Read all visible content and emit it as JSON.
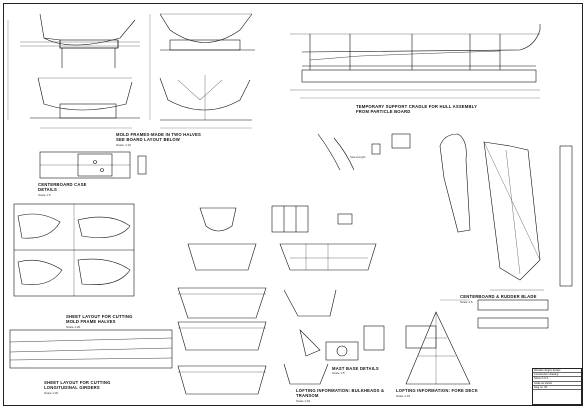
{
  "sheet": {
    "captions": {
      "mold_frames": "Mold frames-made in two halves",
      "mold_frames_2": "See board layout below",
      "mold_frames_scale": "Scale: 1:10",
      "support_cradle": "Temporary support cradle for hull assembly",
      "support_cradle_2": "From particle board",
      "centerboard_case": "Centerboard case",
      "centerboard_case_2": "Details",
      "centerboard_case_scale": "Scale 1:5",
      "sheet_layout_mold": "Sheet layout for cutting",
      "sheet_layout_mold_2": "Mold frame halves",
      "sheet_layout_mold_scale": "Scale 1:20",
      "sheet_layout_long": "Sheet layout for cutting",
      "sheet_layout_long_2": "Longitudinal girders",
      "sheet_layout_long_scale": "Scale 1:20",
      "centerboard_rudder": "Centerboard & rudder blade",
      "centerboard_rudder_scale": "Scale 1:5",
      "mast_base": "Mast base details",
      "mast_base_scale": "Scale 1:5",
      "lofting_bulkheads": "Lofting information: bulkheads &",
      "lofting_bulkheads_2": "transom",
      "lofting_bulkheads_scale": "Scale 1:10",
      "lofting_foredeck": "Lofting information: fore deck",
      "lofting_foredeck_scale": "Scale 1:10",
      "seat_strength": "Seat strength"
    },
    "title_block": {
      "line1": "Wooden dinghy design",
      "line2": "Construction drawing",
      "line3": "Sheet 2 of 3",
      "line4": "Scale as shown",
      "line5": "Dwg no. 02"
    }
  },
  "colors": {
    "ink": "#111111",
    "paper": "#ffffff",
    "hatch": "#9a9a9a"
  }
}
